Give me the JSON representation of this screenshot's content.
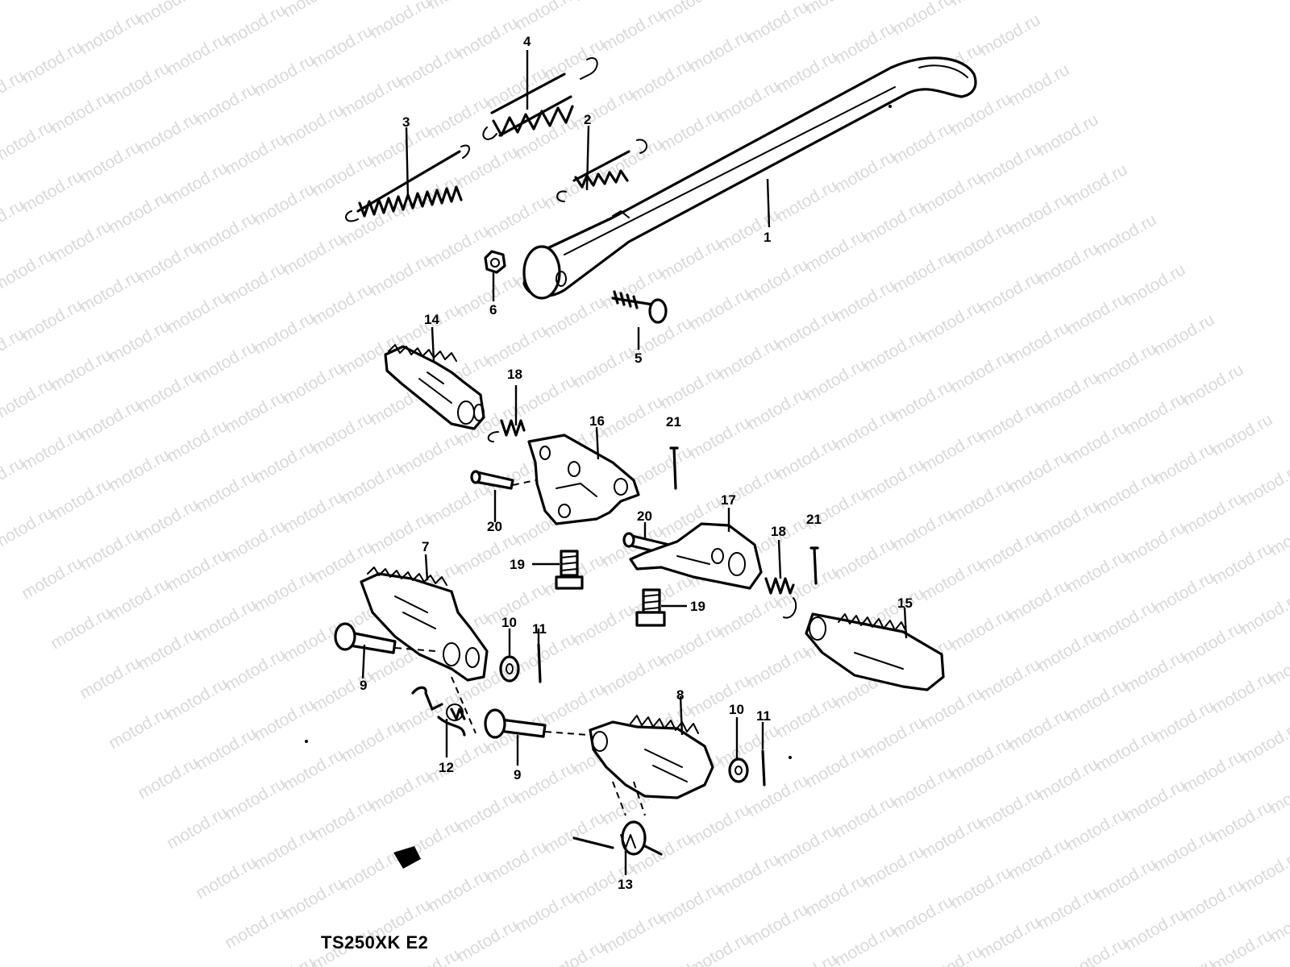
{
  "watermark_text": "motod.ru",
  "model_label": "TS250XK E2",
  "callouts": [
    "1",
    "2",
    "3",
    "4",
    "5",
    "6",
    "7",
    "8",
    "9",
    "9",
    "10",
    "10",
    "11",
    "11",
    "12",
    "13",
    "14",
    "15",
    "16",
    "17",
    "18",
    "18",
    "19",
    "19",
    "20",
    "20",
    "21",
    "21"
  ]
}
